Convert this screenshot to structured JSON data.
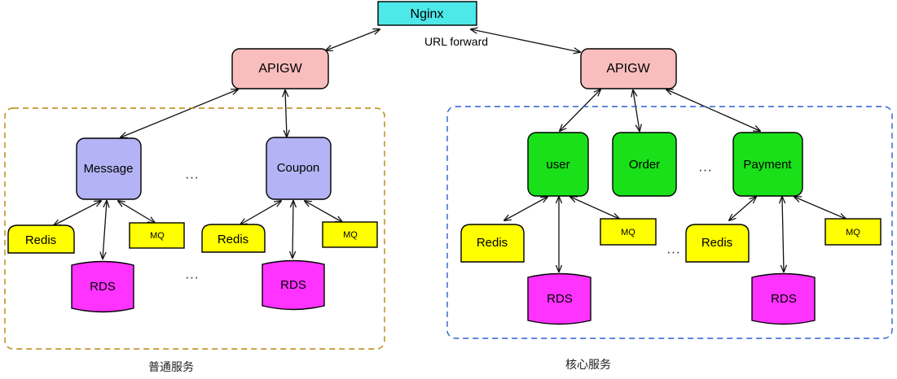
{
  "diagram": {
    "title_node": {
      "label": "Nginx"
    },
    "edge_labels": {
      "url_forward": "URL forward"
    },
    "ellipsis": "...",
    "colors": {
      "nginx": "#4DE8E8",
      "apigw": "#F9BDBD",
      "ordinary_service": "#B3B3F5",
      "core_service": "#19E019",
      "redis": "#FFFF00",
      "mq": "#FFFF00",
      "rds": "#FF33FF",
      "group_left_border": "#B8860B",
      "group_right_border": "#2A5FD4",
      "stroke": "#000000",
      "edge": "#111111"
    },
    "groups": [
      {
        "id": "ordinary",
        "caption": "普通服务",
        "border_style": "dashed",
        "border_color": "#B8860B",
        "gateway": {
          "label": "APIGW"
        },
        "services": [
          {
            "label": "Message",
            "deps": [
              {
                "label": "Redis",
                "type": "cache"
              },
              {
                "label": "RDS",
                "type": "database"
              },
              {
                "label": "MQ",
                "type": "queue"
              }
            ]
          },
          {
            "label": "Coupon",
            "deps": [
              {
                "label": "Redis",
                "type": "cache"
              },
              {
                "label": "RDS",
                "type": "database"
              },
              {
                "label": "MQ",
                "type": "queue"
              }
            ]
          }
        ]
      },
      {
        "id": "core",
        "caption": "核心服务",
        "border_style": "dashed",
        "border_color": "#2A5FD4",
        "gateway": {
          "label": "APIGW"
        },
        "services": [
          {
            "label": "user",
            "deps": [
              {
                "label": "Redis",
                "type": "cache"
              },
              {
                "label": "RDS",
                "type": "database"
              },
              {
                "label": "MQ",
                "type": "queue"
              }
            ]
          },
          {
            "label": "Order",
            "deps": []
          },
          {
            "label": "Payment",
            "deps": [
              {
                "label": "Redis",
                "type": "cache"
              },
              {
                "label": "RDS",
                "type": "database"
              },
              {
                "label": "MQ",
                "type": "queue"
              }
            ]
          }
        ]
      }
    ]
  }
}
